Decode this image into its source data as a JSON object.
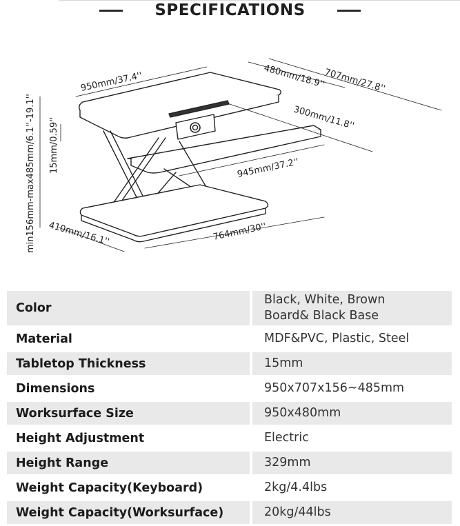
{
  "heading": {
    "title": "SPECIFICATIONS"
  },
  "diagram": {
    "dims": {
      "width": "950mm/37.4''",
      "depth": "480mm/18.9''",
      "total_depth": "707mm/27.8''",
      "keyboard_depth": "300mm/11.8''",
      "keyboard_width": "945mm/37.2''",
      "base_width": "764mm/30''",
      "base_depth": "410mm/16.1''",
      "height_range": "min156mm-max485mm/6.1''-19.1''",
      "thickness": "15mm/0.59''"
    }
  },
  "specs": [
    {
      "label": "Color",
      "value_lines": [
        "Black, White, Brown",
        "Board& Black Base"
      ]
    },
    {
      "label": "Material",
      "value_lines": [
        "MDF&PVC, Plastic, Steel"
      ]
    },
    {
      "label": "Tabletop Thickness",
      "value_lines": [
        "15mm"
      ]
    },
    {
      "label": "Dimensions",
      "value_lines": [
        "950x707x156~485mm"
      ]
    },
    {
      "label": "Worksurface Size",
      "value_lines": [
        "950x480mm"
      ]
    },
    {
      "label": "Height Adjustment",
      "value_lines": [
        "Electric"
      ]
    },
    {
      "label": "Height Range",
      "value_lines": [
        "329mm"
      ]
    },
    {
      "label": "Weight Capacity(Keyboard)",
      "value_lines": [
        "2kg/4.4lbs"
      ]
    },
    {
      "label": "Weight Capacity(Worksurface)",
      "value_lines": [
        "20kg/44lbs"
      ]
    }
  ],
  "colors": {
    "row_bg": "#e9e9e9",
    "alt_bg": "#ffffff",
    "line": "#222222"
  },
  "icons": [
    "power-button-icon"
  ]
}
